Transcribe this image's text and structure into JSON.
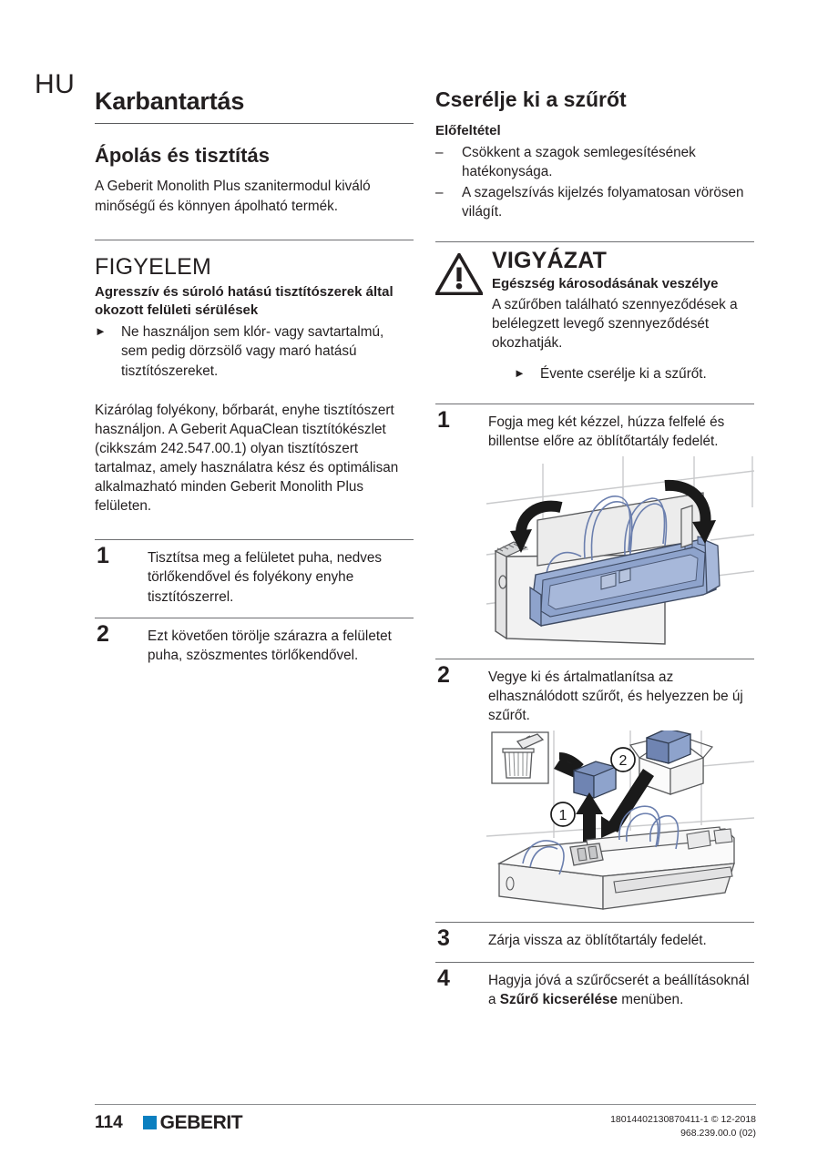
{
  "page": {
    "language_marker": "HU",
    "page_number": "114",
    "brand": "GEBERIT",
    "doc_code_line1": "18014402130870411-1 © 12-2018",
    "doc_code_line2": "968.239.00.0 (02)"
  },
  "colors": {
    "brand_blue": "#0b7fc0",
    "illustration_blue": "#9aaed4",
    "illustration_blue_dark": "#7f93bd",
    "text": "#231f20",
    "rule": "#58595b"
  },
  "left_column": {
    "chapter_title": "Karbantartás",
    "section_title": "Ápolás és tisztítás",
    "intro": "A Geberit Monolith Plus szanitermodul kiváló minőségű és könnyen ápolható termék.",
    "notice": {
      "title": "FIGYELEM",
      "subtitle": "Agresszív és súroló hatású tisztítószerek által okozott felületi sérülések",
      "bullets": [
        {
          "mark": "►",
          "text": "Ne használjon sem klór- vagy savtartalmú, sem pedig dörzsölő vagy maró hatású tisztítószereket."
        }
      ]
    },
    "paragraph": "Kizárólag folyékony, bőrbarát, enyhe tisztítószert használjon. A Geberit AquaClean tisztítókészlet (cikkszám 242.547.00.1) olyan tisztítószert tartalmaz, amely használatra kész és optimálisan alkalmazható minden Geberit Monolith Plus felületen.",
    "steps": [
      {
        "num": "1",
        "text": "Tisztítsa meg a felületet puha, nedves törlőkendővel és folyékony enyhe tisztítószerrel."
      },
      {
        "num": "2",
        "text": "Ezt követően törölje szárazra a felületet puha, szöszmentes törlőkendővel."
      }
    ]
  },
  "right_column": {
    "section_title": "Cserélje ki a szűrőt",
    "precondition_title": "Előfeltétel",
    "precondition_items": [
      {
        "mark": "–",
        "text": "Csökkent a szagok semlegesítésének hatékonysága."
      },
      {
        "mark": "–",
        "text": "A szagelszívás kijelzés folyamatosan vörösen világít."
      }
    ],
    "caution": {
      "icon": "warning-triangle-icon",
      "title": "VIGYÁZAT",
      "subtitle": "Egészség károsodásának veszélye",
      "body": "A szűrőben található szennyeződések a belélegzett levegő szennyeződését okozhatják.",
      "bullets": [
        {
          "mark": "►",
          "text": "Évente cserélje ki a szűrőt."
        }
      ]
    },
    "steps": [
      {
        "num": "1",
        "text": "Fogja meg két kézzel, húzza felfelé és billentse előre az öblítőtartály fedelét.",
        "figure": "cistern-cover-tilt-illustration"
      },
      {
        "num": "2",
        "text_before": "Vegye ki és ártalmatlanítsa az elhasználódott szűrőt, és helyezzen be új szűrőt.",
        "figure": "filter-replace-illustration",
        "figure_callouts": [
          "1",
          "2"
        ]
      },
      {
        "num": "3",
        "text": "Zárja vissza az öblítőtartály fedelét."
      },
      {
        "num": "4",
        "text_parts": [
          "Hagyja jóvá a szűrőcserét a beállításoknál a ",
          "Szűrő kicserélése",
          " menüben."
        ],
        "bold_part": "Szűrő kicserélése"
      }
    ]
  }
}
